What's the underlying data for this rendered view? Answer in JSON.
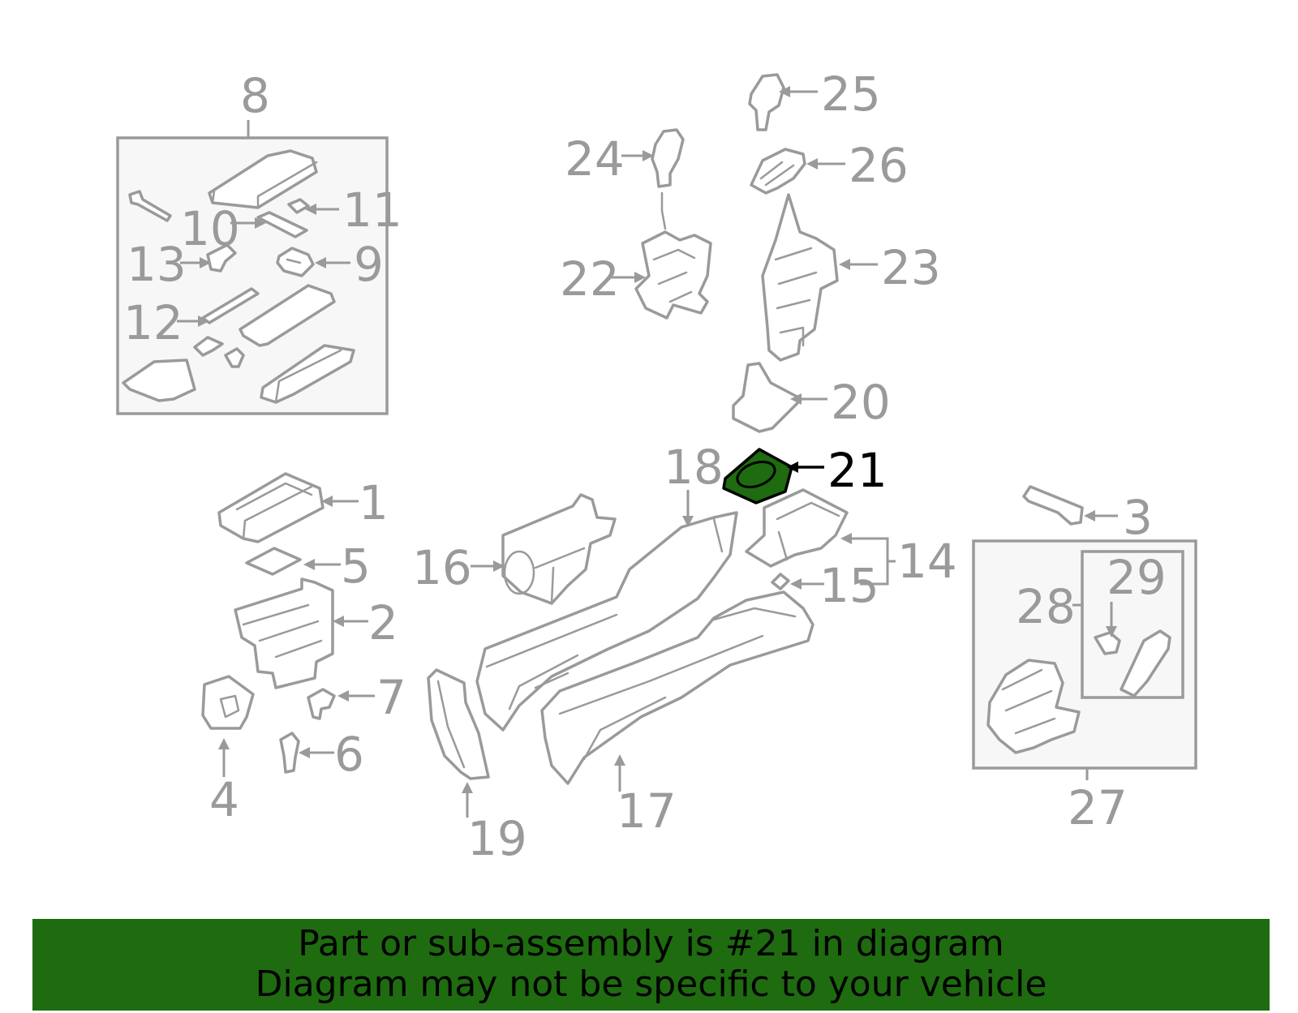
{
  "diagram": {
    "highlighted_part": "21",
    "accent_color": "#1e6b10",
    "callouts": {
      "c1": "1",
      "c2": "2",
      "c3": "3",
      "c4": "4",
      "c5": "5",
      "c6": "6",
      "c7": "7",
      "c8": "8",
      "c9": "9",
      "c10": "10",
      "c11": "11",
      "c12": "12",
      "c13": "13",
      "c14": "14",
      "c15": "15",
      "c16": "16",
      "c17": "17",
      "c18": "18",
      "c19": "19",
      "c20": "20",
      "c21": "21",
      "c22": "22",
      "c23": "23",
      "c24": "24",
      "c25": "25",
      "c26": "26",
      "c27": "27",
      "c28": "28",
      "c29": "29"
    }
  },
  "banner": {
    "line1": "Part or sub-assembly is #21 in diagram",
    "line2": "Diagram may not be specific to your vehicle"
  }
}
